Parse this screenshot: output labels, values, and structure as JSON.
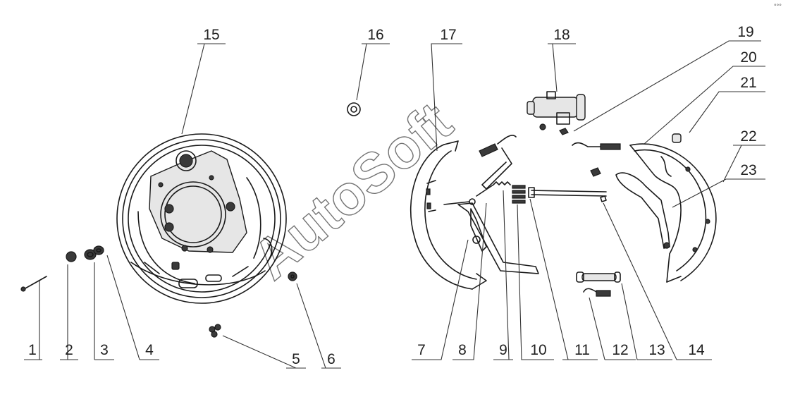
{
  "diagram": {
    "watermark": "AutoSoft",
    "corner_mark": "°°°",
    "callouts": [
      {
        "id": 1,
        "label": "1"
      },
      {
        "id": 2,
        "label": "2"
      },
      {
        "id": 3,
        "label": "3"
      },
      {
        "id": 4,
        "label": "4"
      },
      {
        "id": 5,
        "label": "5"
      },
      {
        "id": 6,
        "label": "6"
      },
      {
        "id": 7,
        "label": "7"
      },
      {
        "id": 8,
        "label": "8"
      },
      {
        "id": 9,
        "label": "9"
      },
      {
        "id": 10,
        "label": "10"
      },
      {
        "id": 11,
        "label": "11"
      },
      {
        "id": 12,
        "label": "12"
      },
      {
        "id": 13,
        "label": "13"
      },
      {
        "id": 14,
        "label": "14"
      },
      {
        "id": 15,
        "label": "15"
      },
      {
        "id": 16,
        "label": "16"
      },
      {
        "id": 17,
        "label": "17"
      },
      {
        "id": 18,
        "label": "18"
      },
      {
        "id": 19,
        "label": "19"
      },
      {
        "id": 20,
        "label": "20"
      },
      {
        "id": 21,
        "label": "21"
      },
      {
        "id": 22,
        "label": "22"
      },
      {
        "id": 23,
        "label": "23"
      }
    ]
  }
}
